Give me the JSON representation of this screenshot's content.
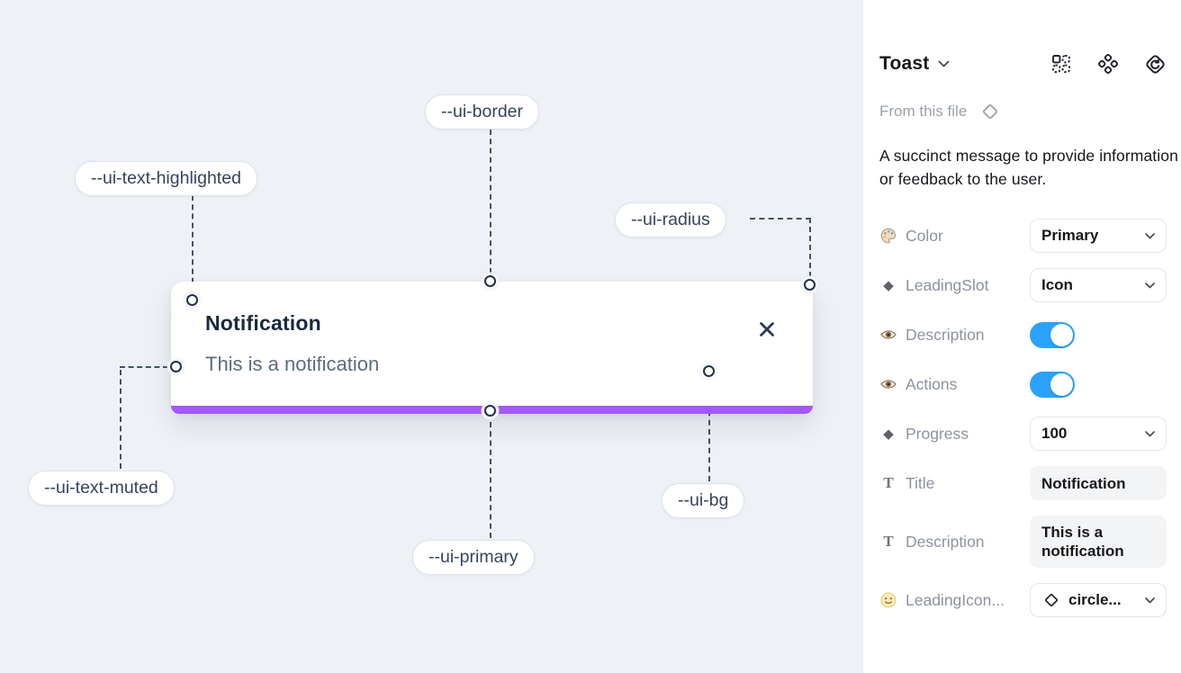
{
  "canvas": {
    "toast": {
      "title": "Notification",
      "description": "This is a notification",
      "close_icon": "x-close-icon",
      "progress_color": "#a259f7"
    },
    "annotations": [
      {
        "label": "--ui-border"
      },
      {
        "label": "--ui-text-highlighted"
      },
      {
        "label": "--ui-radius"
      },
      {
        "label": "--ui-text-muted"
      },
      {
        "label": "--ui-primary"
      },
      {
        "label": "--ui-bg"
      }
    ]
  },
  "panel": {
    "title": "Toast",
    "source": "From this file",
    "description": "A succinct message to provide information or feedback to the user.",
    "header_icons": [
      "variants-icon",
      "component-set-icon",
      "reset-instance-icon"
    ],
    "props": {
      "color": {
        "label": "Color",
        "value": "Primary",
        "icon": "palette-icon"
      },
      "leading_slot": {
        "label": "LeadingSlot",
        "value": "Icon",
        "icon": "diamond-icon"
      },
      "description_toggle": {
        "label": "Description",
        "value": true,
        "icon": "eye-icon"
      },
      "actions_toggle": {
        "label": "Actions",
        "value": true,
        "icon": "eye-icon"
      },
      "progress": {
        "label": "Progress",
        "value": "100",
        "icon": "diamond-icon"
      },
      "title_field": {
        "label": "Title",
        "value": "Notification",
        "icon": "text-icon"
      },
      "description_field": {
        "label": "Description",
        "value": "This is a notification",
        "icon": "text-icon"
      },
      "leading_icon": {
        "label": "LeadingIcon...",
        "value": "circle...",
        "icon": "smiley-icon"
      }
    }
  },
  "colors": {
    "canvas_bg": "#eef1f6",
    "primary_purple": "#a259f7",
    "toggle_blue": "#2aa2fb",
    "annotation_ink": "#36445c"
  }
}
